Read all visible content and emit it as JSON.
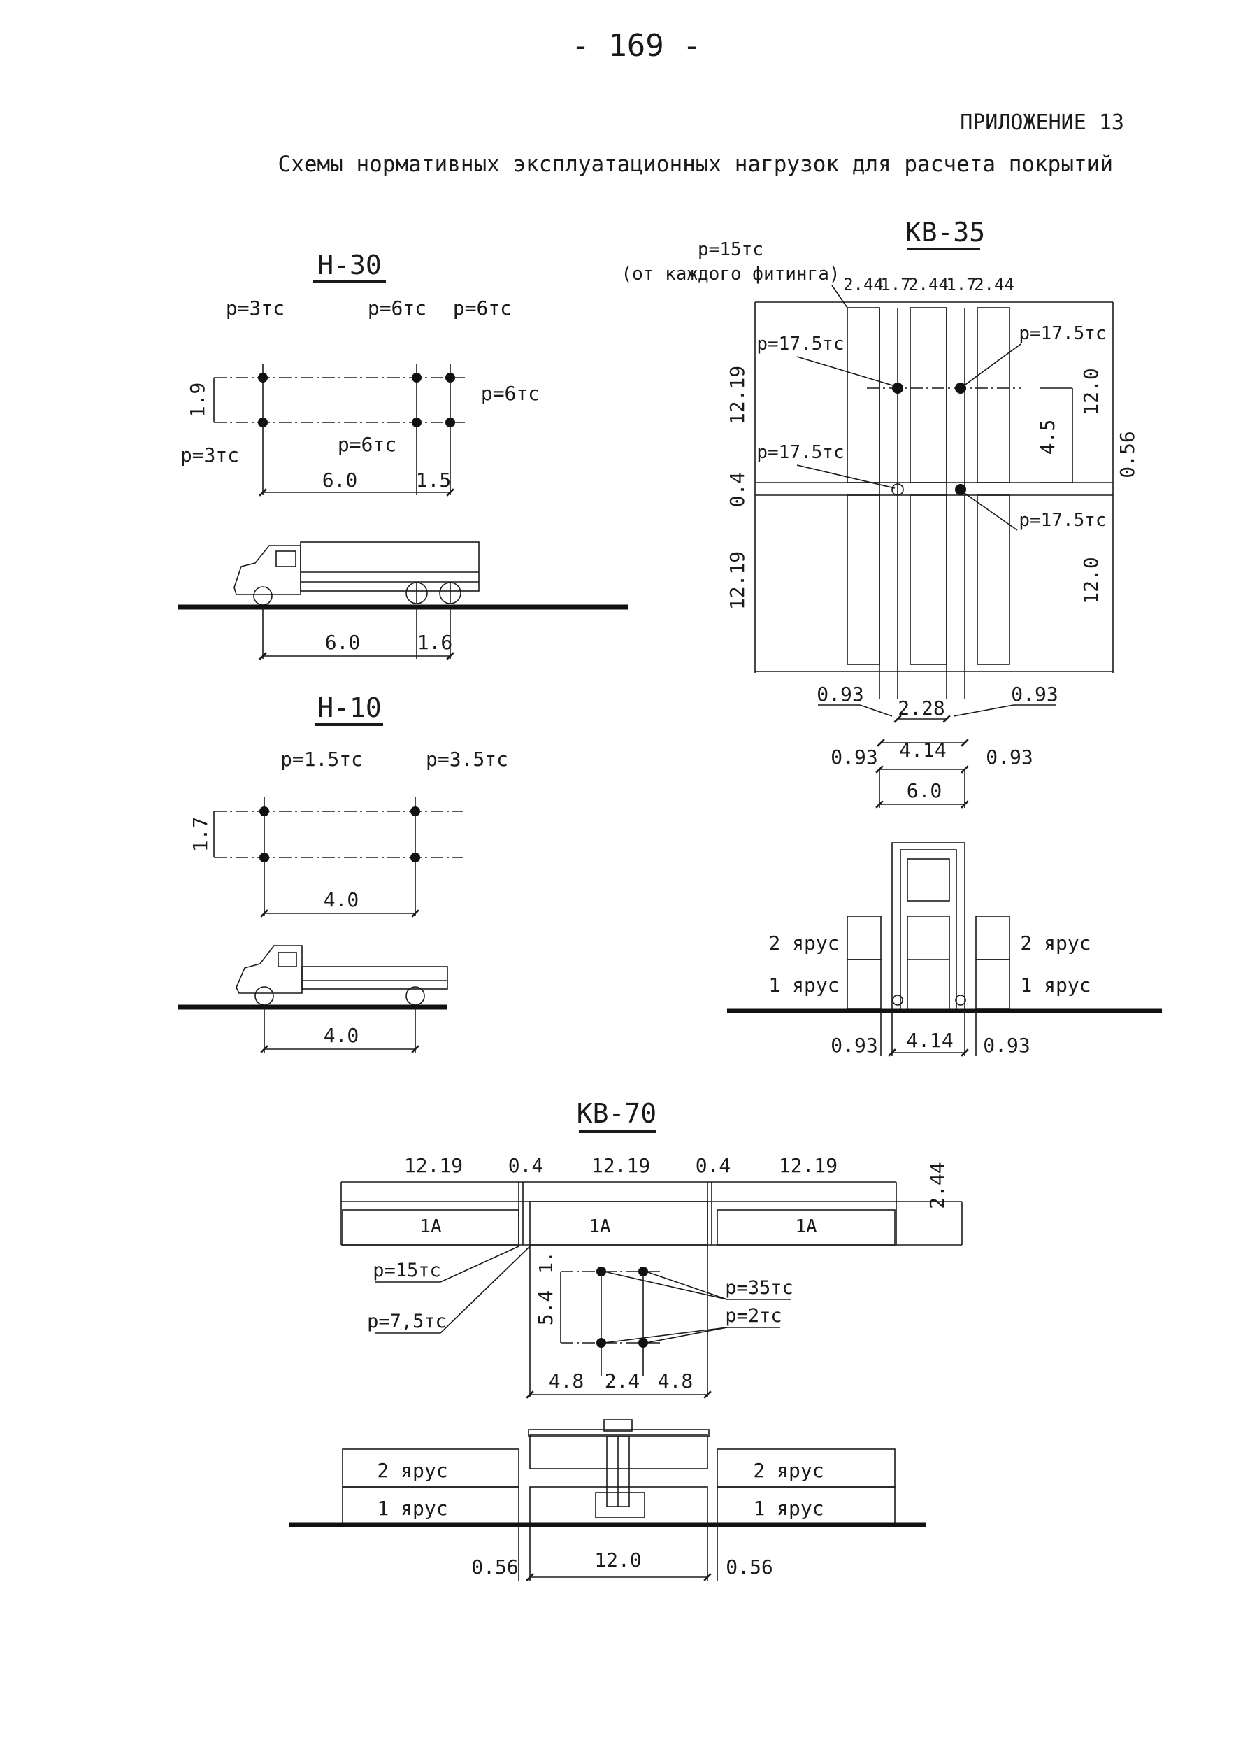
{
  "page": {
    "number": "- 169 -",
    "appendix": "ПРИЛОЖЕНИЕ 13",
    "title": "Схемы нормативных эксплуатационных нагрузок для расчета покрытий"
  },
  "h30": {
    "name": "Н-30",
    "load_top_left": "p=3тс",
    "load_top_mid": "p=6тс",
    "load_top_right": "p=6тс",
    "load_right": "p=6тс",
    "load_bottom_left": "p=3тс",
    "load_bottom_mid": "p=6тс",
    "dim_width": "1.9",
    "dim_base": "6.0",
    "dim_axle": "1.5",
    "truck_base": "6.0",
    "truck_axle": "1.6"
  },
  "h10": {
    "name": "Н-10",
    "load_left": "p=1.5тс",
    "load_right": "p=3.5тс",
    "dim_width": "1.7",
    "dim_base": "4.0",
    "truck_base": "4.0"
  },
  "kb35": {
    "name": "КВ-35",
    "fitting_load": "p=15тс",
    "fitting_note": "(от каждого фитинга)",
    "top_dims": [
      "2.44",
      "1.7",
      "2.44",
      "1.7",
      "2.44"
    ],
    "wheel_loads": [
      "p=17.5тс",
      "p=17.5тс",
      "p=17.5тс",
      "p=17.5тс"
    ],
    "dim_len_top": "12.19",
    "dim_gap": "0.4",
    "dim_len_bottom": "12.19",
    "dim_right_top": "12.0",
    "dim_right_mid": "4.5",
    "dim_right_bottom": "12.0",
    "dim_right_gap": "0.56",
    "dim_093_left": "0.93",
    "dim_093_right": "0.93",
    "dim_228": "2.28",
    "dim_093_b_left": "0.93",
    "dim_414": "4.14",
    "dim_093_b_right": "0.93",
    "dim_60": "6.0",
    "tier2_left": "2 ярус",
    "tier1_left": "1 ярус",
    "tier2_right": "2 ярус",
    "tier1_right": "1 ярус",
    "elev_left": "0.93",
    "elev_mid": "4.14",
    "elev_right": "0.93"
  },
  "kb70": {
    "name": "КВ-70",
    "top_dims": [
      "12.19",
      "0.4",
      "12.19",
      "0.4",
      "12.19"
    ],
    "dim_side": "2.44",
    "container_labels": [
      "1А",
      "1А",
      "1А"
    ],
    "load_p15": "p=15тс",
    "load_p75": "p=7,5тс",
    "load_p35": "p=35тс",
    "load_p2": "p=2тс",
    "dim_vert_small": "1.",
    "dim_vert_big": "5.4",
    "bottom_dims": [
      "4.8",
      "2.4",
      "4.8"
    ],
    "tier2_left": "2 ярус",
    "tier1_left": "1 ярус",
    "tier2_right": "2 ярус",
    "tier1_right": "1 ярус",
    "elev_left": "0.56",
    "elev_mid": "12.0",
    "elev_right": "0.56"
  }
}
